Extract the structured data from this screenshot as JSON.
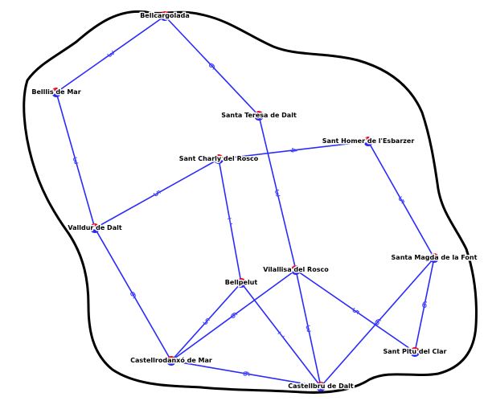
{
  "colors": {
    "edge": "#2a2aff",
    "weight": "#4a4aff",
    "boundary": "#000000",
    "node_top": "#e8102a",
    "node_bottom": "#2a2aee",
    "background": "#ffffff"
  },
  "graph": {
    "nodes": [
      {
        "id": "bellcargolada",
        "label": "Bellcargolada"
      },
      {
        "id": "belllis-de-mar",
        "label": "Belllis de Mar"
      },
      {
        "id": "santa-teresa-de-dalt",
        "label": "Santa Teresa de Dalt"
      },
      {
        "id": "sant-homer-de-lesbarzer",
        "label": "Sant Homer de l'Esbarzer"
      },
      {
        "id": "sant-charly-del-rosco",
        "label": "Sant Charly del Rosco"
      },
      {
        "id": "valldur-de-dalt",
        "label": "Valldur de Dalt"
      },
      {
        "id": "santa-magda-de-la-font",
        "label": "Santa Magda de la Font"
      },
      {
        "id": "vilallisa-del-rosco",
        "label": "Vilallisa del Rosco"
      },
      {
        "id": "bellpelut",
        "label": "Bellpelut"
      },
      {
        "id": "sant-pitu-del-clar",
        "label": "Sant Pitu del Clar"
      },
      {
        "id": "castellrodanxo-de-mar",
        "label": "Castellrodanxó de Mar"
      },
      {
        "id": "castellbru-de-dalt",
        "label": "Castellbru de Dalt"
      }
    ],
    "edges": [
      {
        "from": "bellcargolada",
        "to": "belllis-de-mar",
        "weight": "3"
      },
      {
        "from": "bellcargolada",
        "to": "santa-teresa-de-dalt",
        "weight": "6"
      },
      {
        "from": "belllis-de-mar",
        "to": "valldur-de-dalt",
        "weight": "3"
      },
      {
        "from": "santa-teresa-de-dalt",
        "to": "vilallisa-del-rosco",
        "weight": "3"
      },
      {
        "from": "sant-charly-del-rosco",
        "to": "sant-homer-de-lesbarzer",
        "weight": "4"
      },
      {
        "from": "sant-charly-del-rosco",
        "to": "valldur-de-dalt",
        "weight": "5"
      },
      {
        "from": "sant-charly-del-rosco",
        "to": "bellpelut",
        "weight": "1"
      },
      {
        "from": "sant-homer-de-lesbarzer",
        "to": "santa-magda-de-la-font",
        "weight": "5"
      },
      {
        "from": "valldur-de-dalt",
        "to": "castellrodanxo-de-mar",
        "weight": "6"
      },
      {
        "from": "santa-magda-de-la-font",
        "to": "sant-pitu-del-clar",
        "weight": "6"
      },
      {
        "from": "santa-magda-de-la-font",
        "to": "castellbru-de-dalt",
        "weight": "6"
      },
      {
        "from": "vilallisa-del-rosco",
        "to": "castellrodanxo-de-mar",
        "weight": "6"
      },
      {
        "from": "vilallisa-del-rosco",
        "to": "castellbru-de-dalt",
        "weight": "3"
      },
      {
        "from": "vilallisa-del-rosco",
        "to": "sant-pitu-del-clar",
        "weight": "5"
      },
      {
        "from": "bellpelut",
        "to": "castellrodanxo-de-mar",
        "weight": "5"
      },
      {
        "from": "bellpelut",
        "to": "castellbru-de-dalt",
        "weight": "1"
      },
      {
        "from": "castellrodanxo-de-mar",
        "to": "castellbru-de-dalt",
        "weight": "6"
      }
    ]
  }
}
